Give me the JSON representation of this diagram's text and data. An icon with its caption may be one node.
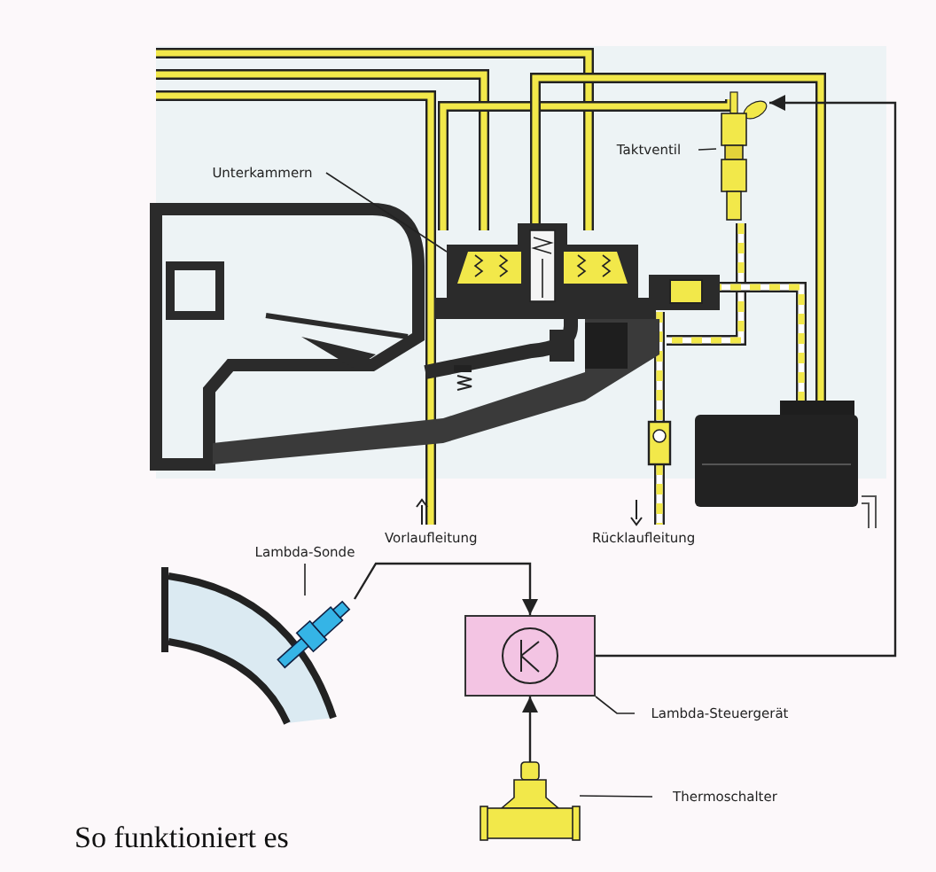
{
  "diagram": {
    "title": "So funktioniert es",
    "nodes": [
      {
        "text": [
          "Lambda-Sonde"
        ]
      },
      {
        "text": [],
        "shape": "picture"
      },
      {
        "text": [],
        "shape": "box"
      },
      {
        "text": [
          "Lambda-Steuergerät"
        ]
      },
      {
        "text": [],
        "shape": "picture"
      },
      {
        "text": [
          "Thermoschalter"
        ]
      },
      {
        "text": [],
        "shape": "picture"
      },
      {
        "text": [
          "Taktventil"
        ]
      },
      {
        "text": [],
        "shape": "picture"
      },
      {
        "text": [
          "Unterkammern"
        ]
      }
    ],
    "edges": [
      {
        "from": 1,
        "to": 2,
        "arrow": "to"
      },
      {
        "from": 4,
        "to": 2,
        "arrow": "to"
      },
      {
        "from": 2,
        "to": 6,
        "arrow": "to"
      },
      {
        "from": 0,
        "to": 1,
        "arrow": "none"
      },
      {
        "from": 3,
        "to": 2,
        "arrow": "none"
      },
      {
        "from": 5,
        "to": 4,
        "arrow": "none"
      },
      {
        "from": 7,
        "to": 6,
        "arrow": "none"
      },
      {
        "from": 9,
        "to": 8,
        "arrow": "none"
      }
    ],
    "labels": [
      "Vorlaufleitung",
      "Rücklaufleitung"
    ]
  }
}
